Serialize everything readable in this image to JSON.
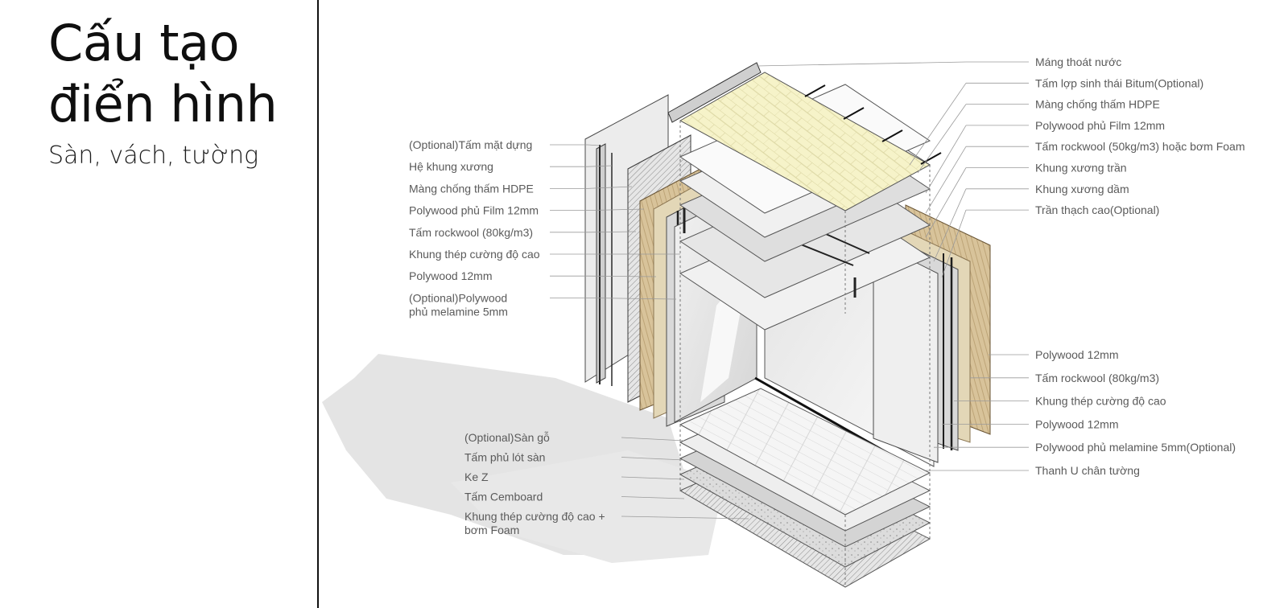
{
  "title": {
    "line1": "Cấu tạo",
    "line2": "điển hình"
  },
  "subtitle": "Sàn, vách, tường",
  "labels": {
    "left_wall": [
      "(Optional)Tấm mặt dựng",
      "Hệ khung xương",
      "Màng chống thấm HDPE",
      "Polywood phủ Film 12mm",
      "Tấm rockwool (80kg/m3)",
      "Khung thép cường độ cao",
      "Polywood 12mm",
      [
        "(Optional)Polywood",
        "phủ melamine 5mm"
      ]
    ],
    "roof": [
      "Máng thoát nước",
      "Tấm lợp sinh thái Bitum(Optional)",
      "Màng chống thấm HDPE",
      "Polywood phủ Film 12mm",
      "Tấm rockwool (50kg/m3) hoặc bơm Foam",
      "Khung xương trần",
      "Khung xương dầm",
      "Trần thạch cao(Optional)"
    ],
    "right_wall": [
      "Polywood 12mm",
      "Tấm rockwool (80kg/m3)",
      "Khung thép cường độ cao",
      "Polywood 12mm",
      "Polywood phủ melamine 5mm(Optional)",
      "Thanh U chân tường"
    ],
    "floor": [
      "(Optional)Sàn gỗ",
      "Tấm phủ lót sàn",
      "Ke Z",
      "Tấm Cemboard",
      [
        "Khung thép cường độ cao +",
        "bơm Foam"
      ]
    ]
  },
  "colors": {
    "leader": "#9a9a9a",
    "shadow": "#e4e4e4",
    "roof_tile": "#f6f3c9",
    "wood": "#d8c39a",
    "wood_dark": "#b89868",
    "panel": "#efefef",
    "steel": "#2a2a2a"
  }
}
